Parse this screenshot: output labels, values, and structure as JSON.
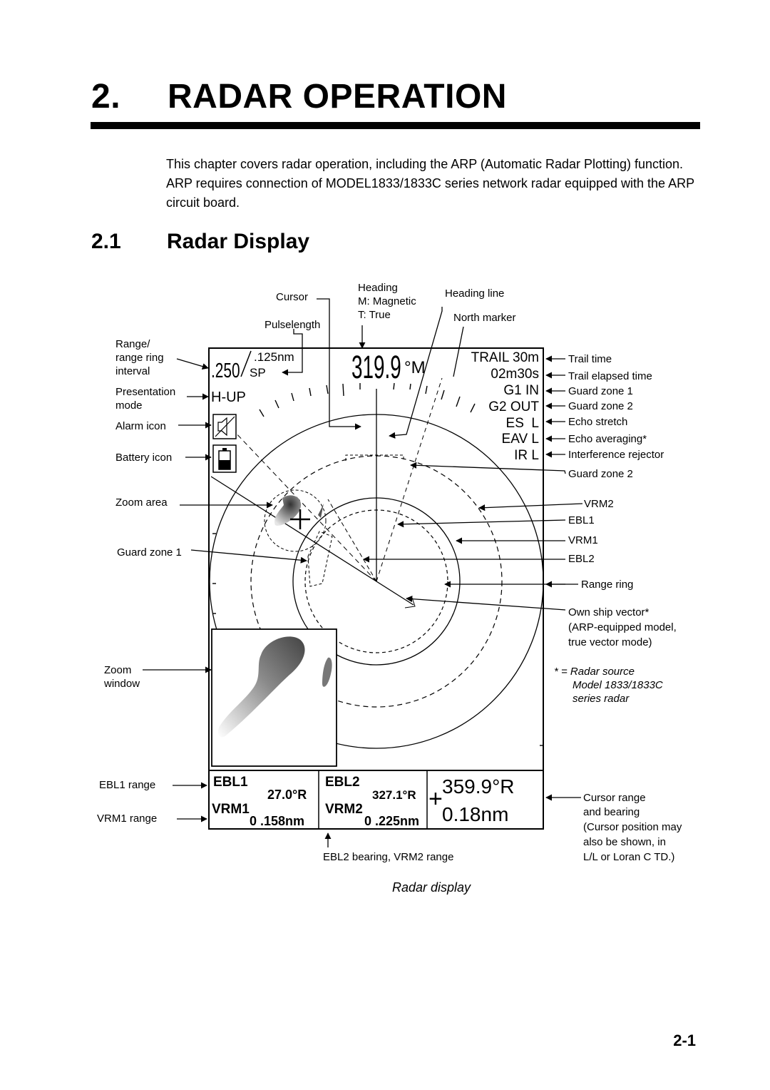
{
  "chapter": {
    "number": "2.",
    "title": "RADAR OPERATION"
  },
  "intro": "This chapter covers radar operation, including the ARP (Automatic Radar Plotting) function. ARP requires connection of MODEL1833/1833C series network radar equipped with the ARP circuit board.",
  "section": {
    "number": "2.1",
    "title": "Radar Display"
  },
  "screen": {
    "range": ".250",
    "ring_interval": ".125nm",
    "pulselength": "SP",
    "heading_value": "319.9",
    "heading_unit": "°M",
    "presentation_mode": "H-UP",
    "status": [
      "TRAIL 30m",
      "02m30s",
      "G1 IN",
      "G2 OUT",
      "ES  L",
      "EAV L",
      "IR L"
    ],
    "ebl1_label": "EBL1",
    "ebl1_value": "27.0°R",
    "vrm1_label": "VRM1",
    "vrm1_value": "0 .158nm",
    "ebl2_label": "EBL2",
    "ebl2_value": "327.1°R",
    "vrm2_label": "VRM2",
    "vrm2_value": "0 .225nm",
    "cursor_bearing": "359.9°R",
    "cursor_range": "0.18nm",
    "cursor_symbol": "+"
  },
  "callouts_top": {
    "cursor": "Cursor",
    "pulselength": "Pulselength",
    "heading_lines": [
      "Heading",
      "M: Magnetic",
      "T: True"
    ],
    "heading_line": "Heading line",
    "north_marker": "North marker"
  },
  "callouts_left": {
    "range_lines": [
      "Range/",
      "range ring",
      "interval"
    ],
    "presentation_lines": [
      "Presentation",
      "mode"
    ],
    "alarm_icon": "Alarm icon",
    "battery_icon": "Battery icon",
    "zoom_area": "Zoom area",
    "guard_zone_1": "Guard zone 1",
    "zoom_window_lines": [
      "Zoom",
      "window"
    ],
    "ebl1_range": "EBL1 range",
    "vrm1_range": "VRM1 range"
  },
  "callouts_right": [
    "Trail time",
    "Trail elapsed time",
    "Guard zone 1",
    "Guard zone 2",
    "Echo stretch",
    "Echo averaging*",
    "Interference rejector",
    "Guard zone 2",
    "VRM2",
    "EBL1",
    "VRM1",
    "EBL2",
    "Range ring"
  ],
  "own_ship_lines": [
    "Own ship vector*",
    "(ARP-equipped model,",
    "true vector mode)"
  ],
  "footnote_lines": [
    "* = Radar source",
    "Model 1833/1833C",
    "series radar"
  ],
  "cursor_range_lines": [
    "Cursor range",
    "and bearing",
    "(Cursor position may",
    "also be shown, in",
    "L/L or Loran C TD.)"
  ],
  "bottom_callout": "EBL2 bearing, VRM2 range",
  "caption": "Radar display",
  "page_number": "2-1"
}
